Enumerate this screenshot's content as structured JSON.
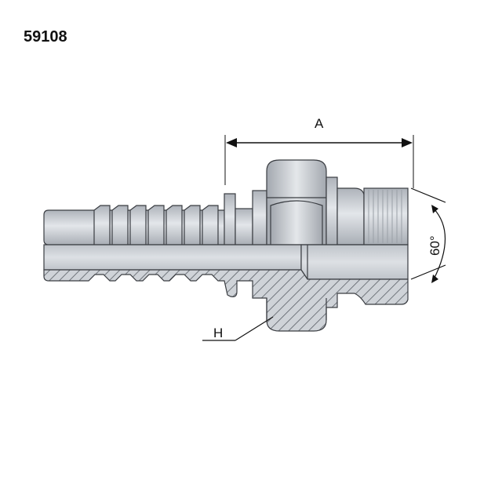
{
  "part_number": "59108",
  "dimensions": {
    "length_label": "A",
    "hex_label": "H",
    "angle_label": "60°"
  },
  "colors": {
    "metal_light": "#d0d4d9",
    "metal_mid": "#b7bcc3",
    "metal_dark": "#8e949b",
    "outline": "#3a3d42",
    "hatch": "#555a60"
  }
}
